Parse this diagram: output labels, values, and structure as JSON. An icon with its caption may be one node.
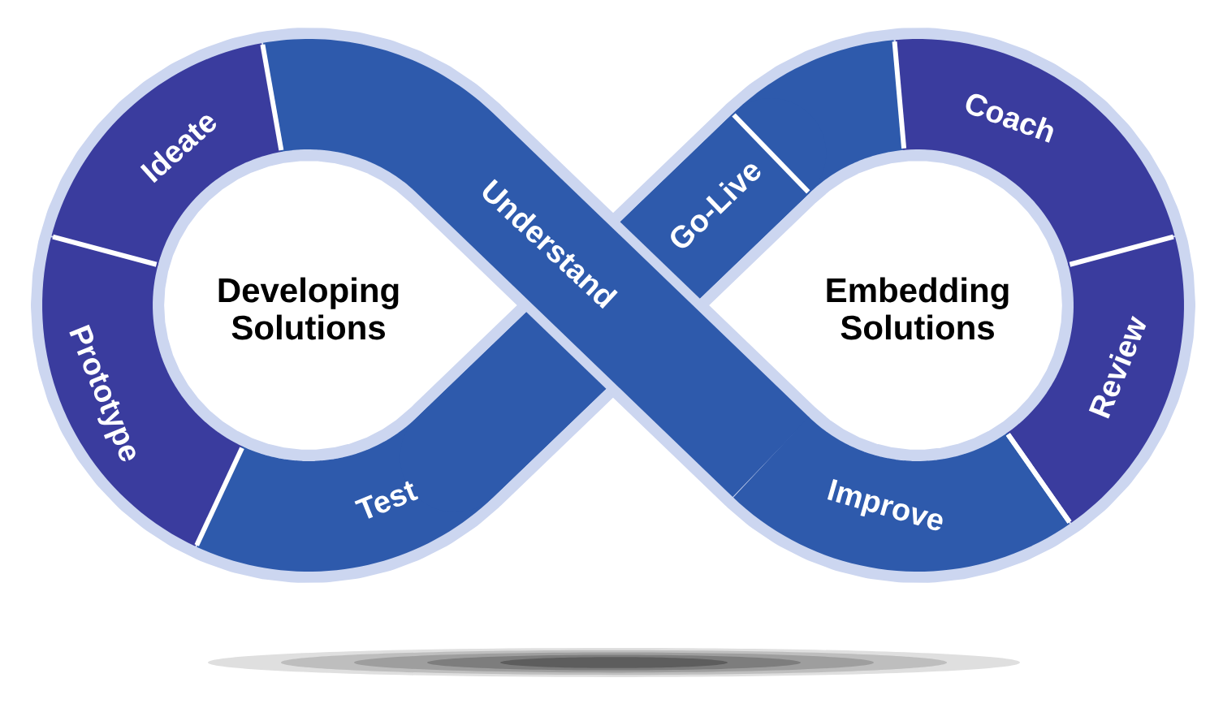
{
  "diagram": {
    "nodes": [
      {
        "text": [
          "Developing Solutions"
        ]
      },
      {
        "text": [
          "Embedding Solutions"
        ]
      },
      {
        "text": [
          "Ideate"
        ]
      },
      {
        "text": [
          "Understand"
        ]
      },
      {
        "text": [
          "Go-Live"
        ]
      },
      {
        "text": [
          "Coach"
        ]
      },
      {
        "text": [
          "Prototype"
        ]
      },
      {
        "text": [
          "Review"
        ]
      },
      {
        "text": [
          "Test"
        ]
      },
      {
        "text": [
          "Improve"
        ]
      }
    ]
  }
}
